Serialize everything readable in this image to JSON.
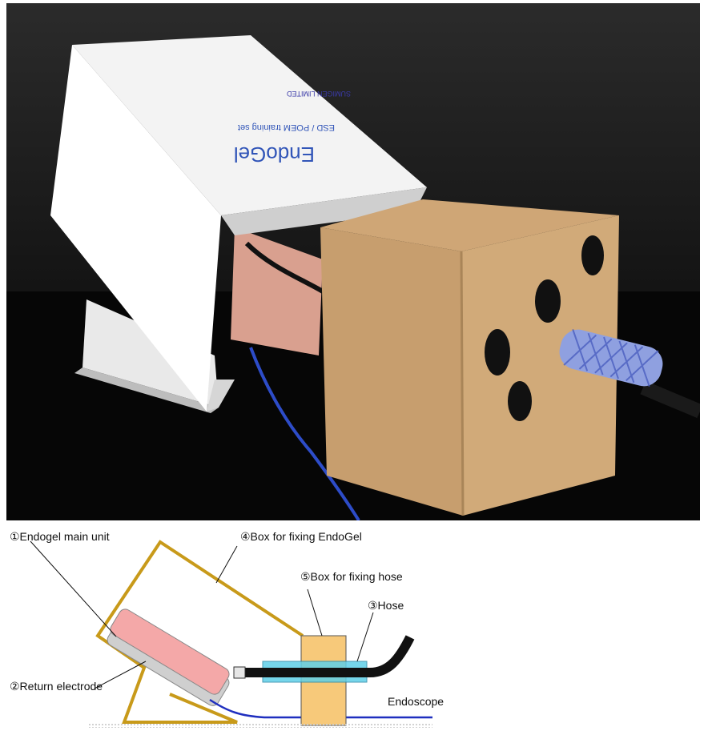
{
  "photo": {
    "box_brand": "EndoGel",
    "box_subtitle": "ESD / POEM training set",
    "box_maker": "SUMIGEN LIMITED"
  },
  "diagram": {
    "labels": {
      "main_unit": "①Endogel main unit",
      "return_electrode": "②Return electrode",
      "hose": "③Hose",
      "box_endogel": "④Box for fixing EndoGel",
      "box_hose": "⑤Box for fixing hose",
      "endoscope": "Endoscope"
    },
    "colors": {
      "frame": "#c89a1a",
      "gel_unit": "#f4a8a8",
      "hose_box": "#f7c97a",
      "hose": "#5fd0e8",
      "cable": "#1f2fbf",
      "endoscope": "#111111"
    }
  }
}
